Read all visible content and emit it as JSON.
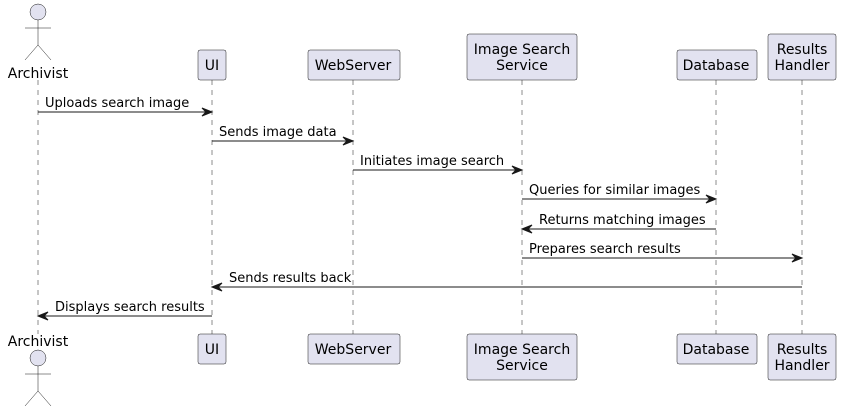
{
  "participants": [
    {
      "id": "archivist",
      "kind": "actor",
      "lines": [
        "Archivist"
      ]
    },
    {
      "id": "ui",
      "kind": "participant",
      "lines": [
        "UI"
      ]
    },
    {
      "id": "webserver",
      "kind": "participant",
      "lines": [
        "WebServer"
      ]
    },
    {
      "id": "imagesearch",
      "kind": "participant",
      "lines": [
        "Image Search",
        "Service"
      ]
    },
    {
      "id": "database",
      "kind": "participant",
      "lines": [
        "Database"
      ]
    },
    {
      "id": "results",
      "kind": "participant",
      "lines": [
        "Results",
        "Handler"
      ]
    }
  ],
  "messages": [
    {
      "from": "archivist",
      "to": "ui",
      "label": "Uploads search image"
    },
    {
      "from": "ui",
      "to": "webserver",
      "label": "Sends image data"
    },
    {
      "from": "webserver",
      "to": "imagesearch",
      "label": "Initiates image search"
    },
    {
      "from": "imagesearch",
      "to": "database",
      "label": "Queries for similar images"
    },
    {
      "from": "database",
      "to": "imagesearch",
      "label": "Returns matching images"
    },
    {
      "from": "imagesearch",
      "to": "results",
      "label": "Prepares search results"
    },
    {
      "from": "results",
      "to": "ui",
      "label": "Sends results back"
    },
    {
      "from": "ui",
      "to": "archivist",
      "label": "Displays search results"
    }
  ]
}
